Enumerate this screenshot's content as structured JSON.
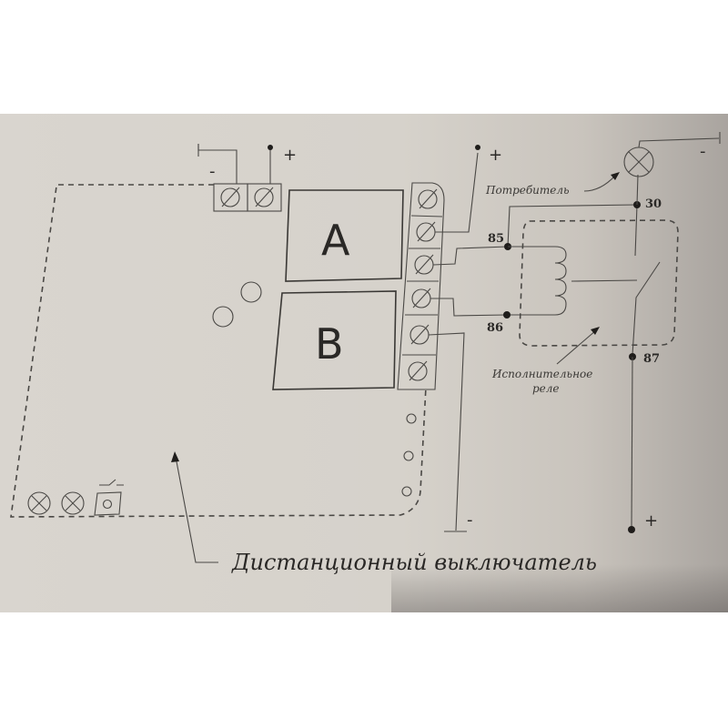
{
  "diagram": {
    "title": "Дистанционный выключатель",
    "blocks": [
      {
        "id": "A",
        "label": "A"
      },
      {
        "id": "B",
        "label": "B"
      }
    ],
    "power_top_left": {
      "minus": "-",
      "plus": "+"
    },
    "power_top_middle": {
      "plus": "+"
    },
    "consumer": {
      "label": "Потребитель",
      "minus": "-"
    },
    "relay": {
      "label_line1": "Исполнительное",
      "label_line2": "реле",
      "pins": {
        "p30": "30",
        "p85": "85",
        "p86": "86",
        "p87": "87"
      }
    },
    "ground_minus": "-",
    "battery_plus": "+"
  },
  "colors": {
    "paper": "#d8d4ce",
    "ink": "#3a3835"
  }
}
